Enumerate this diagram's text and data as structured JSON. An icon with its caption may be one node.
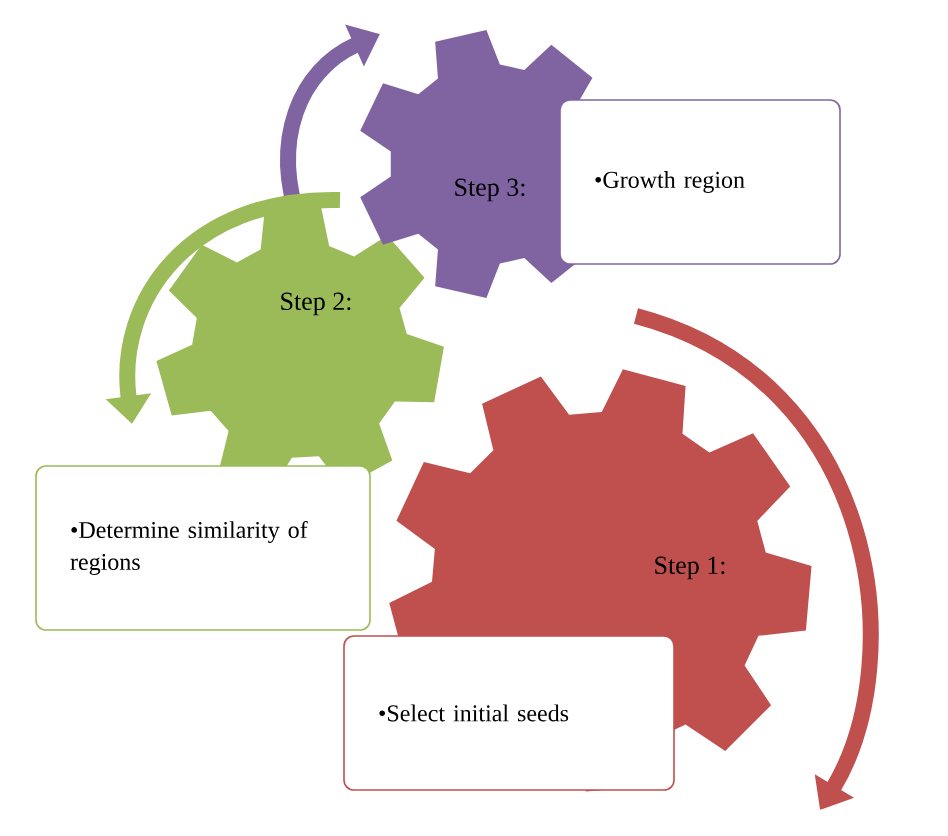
{
  "diagram": {
    "nodes": [
      {
        "text": [
          "Step 3:"
        ]
      },
      {
        "text": [
          "•Growth region"
        ]
      },
      {
        "text": [
          "Step 2:"
        ]
      },
      {
        "text": [
          "•Determine similarity of regions"
        ]
      },
      {
        "text": [
          "Step 1:"
        ]
      },
      {
        "text": [
          "•Select initial seeds"
        ]
      }
    ]
  }
}
